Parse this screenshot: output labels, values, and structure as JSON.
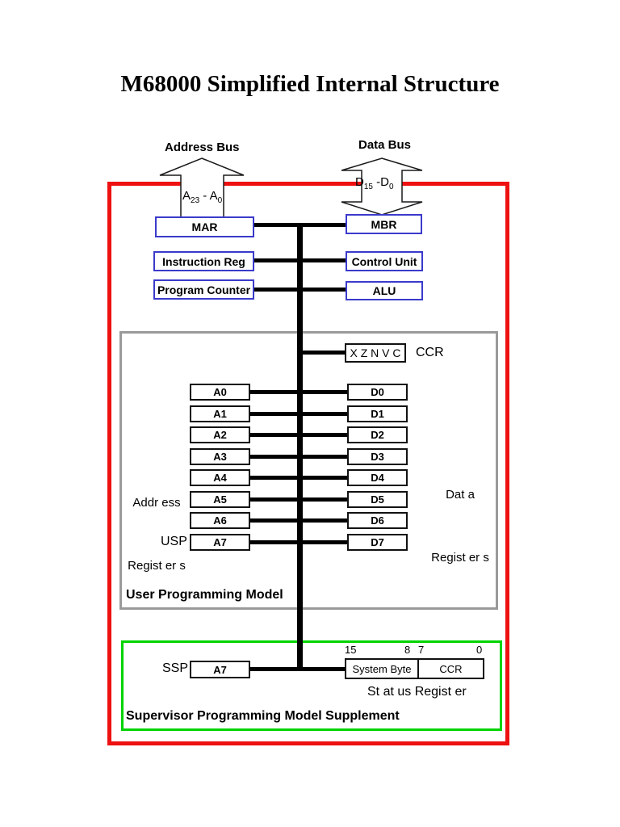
{
  "title": "M68000 Simplified Internal Structure",
  "buses": {
    "address": {
      "label": "Address Bus",
      "range": {
        "p1": "A",
        "s1": "23",
        "p2": " - A",
        "s2": "0"
      }
    },
    "data": {
      "label": "Data Bus",
      "range": {
        "p1": "D",
        "s1": "15",
        "p2": " -D",
        "s2": "0"
      }
    }
  },
  "top_blocks": {
    "mar": "MAR",
    "mbr": "MBR",
    "instruction_reg": "Instruction Reg",
    "control_unit": "Control Unit",
    "program_counter": "Program Counter",
    "alu": "ALU"
  },
  "user_model": {
    "caption": "User Programming Model",
    "ccr_flags": "X Z N V C",
    "ccr_label": "CCR",
    "usp_label": "USP",
    "address_label_line1": "Addr ess",
    "address_label_line2": "Regist er s",
    "data_label_line1": "Dat a",
    "data_label_line2": "Regist er s",
    "address_registers": [
      "A0",
      "A1",
      "A2",
      "A3",
      "A4",
      "A5",
      "A6",
      "A7"
    ],
    "data_registers": [
      "D0",
      "D1",
      "D2",
      "D3",
      "D4",
      "D5",
      "D6",
      "D7"
    ]
  },
  "supervisor_model": {
    "caption": "Supervisor Programming Model Supplement",
    "ssp_label": "SSP",
    "ssp_register": "A7",
    "status_register": {
      "bit15": "15",
      "bit8": "8",
      "bit7": "7",
      "bit0": "0",
      "system_byte": "System Byte",
      "ccr": "CCR",
      "label": "St at us Regist er"
    }
  },
  "colors": {
    "frame_red": "#ee1111",
    "box_blue": "#3a3acc",
    "user_box_gray": "#9a9a9a",
    "supervisor_green": "#00d400",
    "bus_black": "#000000"
  }
}
